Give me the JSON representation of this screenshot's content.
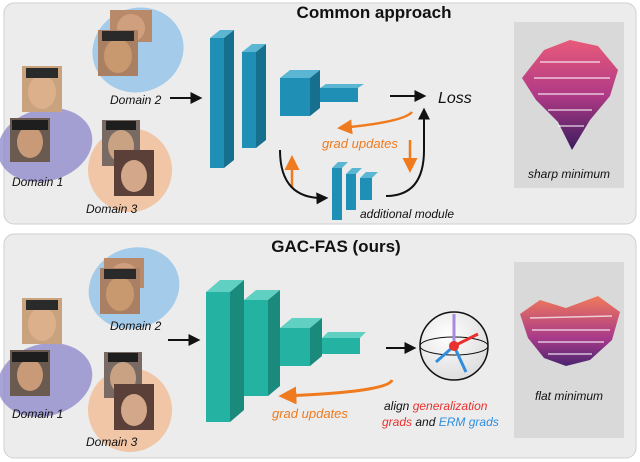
{
  "top": {
    "title": "Common approach",
    "domain1": "Domain 1",
    "domain2": "Domain 2",
    "domain3": "Domain 3",
    "loss": "Loss",
    "grad_updates": "grad updates",
    "additional_module": "additional module",
    "minimum_caption": "sharp minimum"
  },
  "bottom": {
    "title": "GAC-FAS (ours)",
    "domain1": "Domain 1",
    "domain2": "Domain 2",
    "domain3": "Domain 3",
    "grad_updates": "grad updates",
    "align_word": "align",
    "generalization_word": "generalization",
    "grads_word": "grads",
    "and_word": "and",
    "erm_grads": "ERM grads",
    "minimum_caption": "flat minimum"
  },
  "colors": {
    "panel_bg": "#ececec",
    "network_blue": "#1f8fb5",
    "network_teal": "#24b3a3",
    "orange": "#f07a1e",
    "red": "#e8312f",
    "blue_text": "#2f8ee0",
    "domain1_blob": "#8b86c9",
    "domain2_blob": "#86bde8",
    "domain3_blob": "#f2b98f"
  }
}
